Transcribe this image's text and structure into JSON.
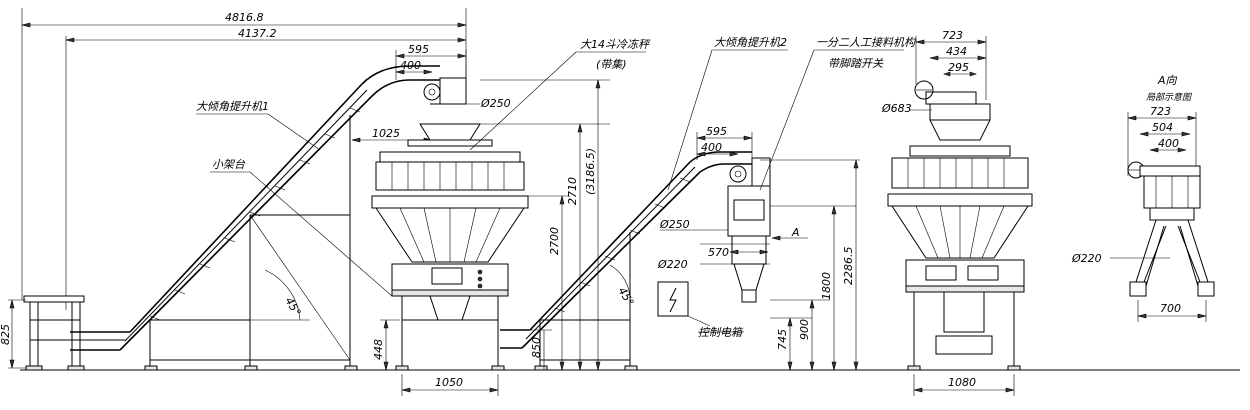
{
  "dimensions": {
    "d4816": "4816.8",
    "d4137": "4137.2",
    "d595a": "595",
    "d400a": "400",
    "d250a": "Ø250",
    "d1025": "1025",
    "d31865": "(3186.5)",
    "d2710": "2710",
    "d2700": "2700",
    "d825": "825",
    "d448": "448",
    "d850": "850",
    "d1050": "1050",
    "d595b": "595",
    "d400b": "400",
    "d250b": "Ø250",
    "d570": "570",
    "d220a": "Ø220",
    "d745": "745",
    "d900": "900",
    "d1800": "1800",
    "d22865": "2286.5",
    "d723a": "723",
    "d434": "434",
    "d295": "295",
    "d683": "Ø683",
    "d1080": "1080",
    "d723b": "723",
    "d504": "504",
    "d400c": "400",
    "d220b": "Ø220",
    "d700": "700"
  },
  "angles": {
    "a1": "45°",
    "a2": "45°"
  },
  "labels": {
    "weigher": "大14斗冷冻秤",
    "weigher_note": "(带集)",
    "elevator1": "大倾角提升机1",
    "elevator2": "大倾角提升机2",
    "small_stand": "小架台",
    "split_chute": "一分二人工接料机构",
    "split_chute_note": "带脚踏开关",
    "control_box": "控制电箱",
    "view_a": "A",
    "view_a_title": "A向",
    "view_a_note": "局部示意图"
  }
}
